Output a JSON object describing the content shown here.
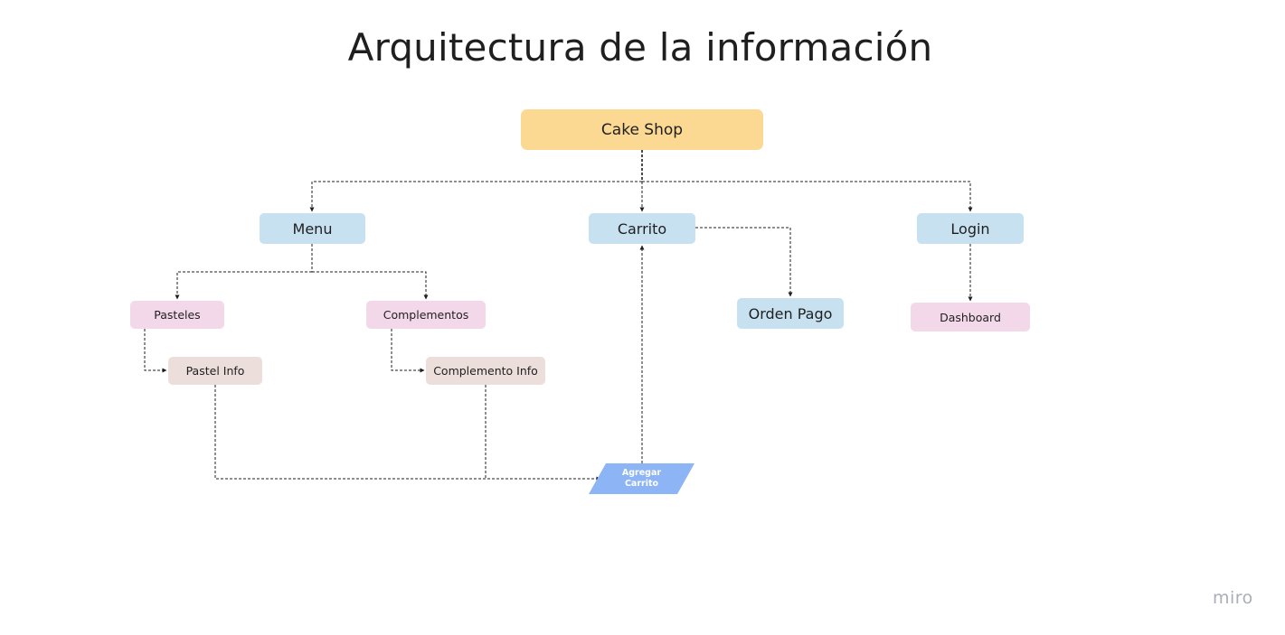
{
  "title": "Arquitectura de la información",
  "nodes": {
    "root": "Cake Shop",
    "menu": "Menu",
    "carrito": "Carrito",
    "login": "Login",
    "pasteles": "Pasteles",
    "complementos": "Complementos",
    "orden_pago": "Orden Pago",
    "dashboard": "Dashboard",
    "pastel_info": "Pastel Info",
    "complemento_info": "Complemento Info",
    "agregar_carrito": "Agregar\nCarrito"
  },
  "edges": [
    {
      "from": "Cake Shop",
      "to": "Menu"
    },
    {
      "from": "Cake Shop",
      "to": "Carrito"
    },
    {
      "from": "Cake Shop",
      "to": "Login"
    },
    {
      "from": "Menu",
      "to": "Pasteles"
    },
    {
      "from": "Menu",
      "to": "Complementos"
    },
    {
      "from": "Carrito",
      "to": "Orden Pago"
    },
    {
      "from": "Login",
      "to": "Dashboard"
    },
    {
      "from": "Pasteles",
      "to": "Pastel Info"
    },
    {
      "from": "Complementos",
      "to": "Complemento Info"
    },
    {
      "from": "Pastel Info",
      "to": "Agregar Carrito"
    },
    {
      "from": "Complemento Info",
      "to": "Agregar Carrito"
    },
    {
      "from": "Agregar Carrito",
      "to": "Carrito"
    }
  ],
  "colors": {
    "root": "#fbd993",
    "section": "#c7e1f0",
    "subsection": "#f3d8ea",
    "detail": "#ecdfdb",
    "action": "#8db4f5",
    "connector": "#1f1f1f",
    "brand": "#a9aeb8"
  },
  "brand": "miro"
}
